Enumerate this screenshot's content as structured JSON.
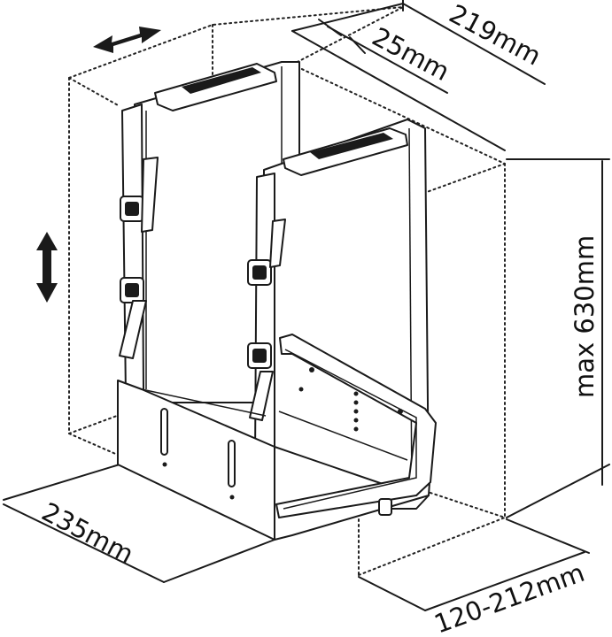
{
  "dimensions": {
    "depth_top": "219mm",
    "strap_width": "25mm",
    "height": "max 630mm",
    "length_bottom": "235mm",
    "width_range": "120-212mm"
  },
  "icons": {
    "horizontal_arrow": "double-arrow-horizontal-icon",
    "vertical_arrow": "double-arrow-vertical-icon"
  },
  "colors": {
    "line": "#1a1a1a",
    "background": "#ffffff"
  }
}
